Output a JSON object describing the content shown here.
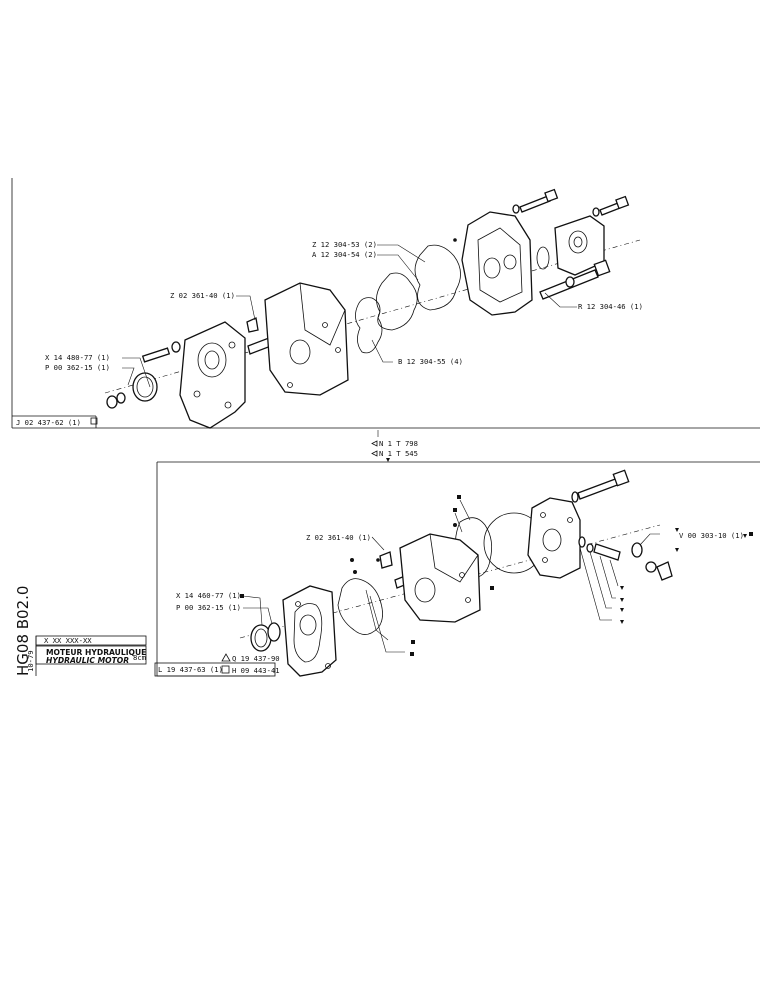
{
  "top_view": {
    "labels": {
      "gasket_z": "Z 12 304-53 (2)",
      "gasket_a": "A 12 304-54 (2)",
      "key": "Z 02 361-40 (1)",
      "seal_x": "X 14 480-77 (1)",
      "ring_p": "P 00 362-15 (1)",
      "gasket_b": "B 12 304-55 (4)",
      "cover_r": "R 12 304-46 (1)",
      "assembly_ref": "J 02 437-62 (1)"
    }
  },
  "serial": {
    "upto": "N 1 T 798",
    "from": "N 1 T 545"
  },
  "bottom_view": {
    "labels": {
      "key": "Z 02 361-40 (1)",
      "seal_x": "X 14 460-77 (1)",
      "ring_p": "P 00 362-15 (1)",
      "valve": "V 00 303-10 (1)"
    }
  },
  "title_block": {
    "code_pattern": "X XX   XXX-XX",
    "name_fr": "MOTEUR HYDRAULIQUE",
    "displacement": "8cm",
    "name_en": "HYDRAULIC MOTOR",
    "kit_ref": "L 19 437-63 (1)",
    "triangle_ref": "Q 19 437-90",
    "square_ref": "H 09 443-41",
    "date": "10-79"
  },
  "sheet_code": "HG08 B02.0"
}
